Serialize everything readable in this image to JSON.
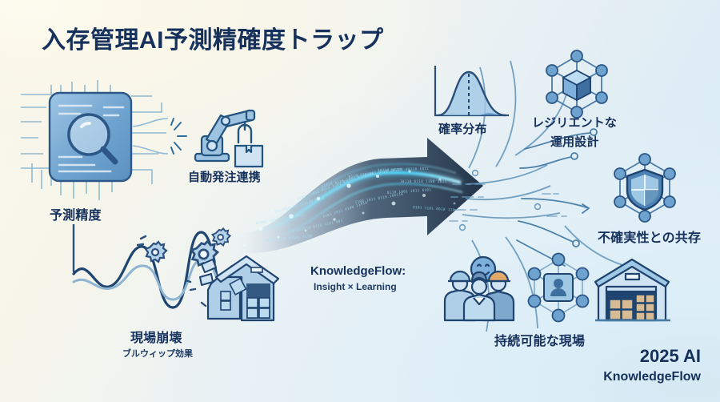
{
  "page": {
    "title": "入存管理AI予測精確度トラップ",
    "bg_cream": "#fdfbef",
    "bg_blue": "#d6e9f4",
    "ink": "#16315c",
    "accent_blue": "#4e87bf",
    "glow_cyan": "#67e8ff"
  },
  "brand": {
    "line1": "2025 AI",
    "line2": "KnowledgeFlow"
  },
  "center": {
    "flow_title": "KnowledgeFlow:",
    "flow_subtitle": "Insight × Learning"
  },
  "left_nodes": [
    {
      "id": "forecast-accuracy",
      "label": "予測精度",
      "icon": "document-magnifier-icon"
    },
    {
      "id": "auto-ordering",
      "label": "自動発注連携",
      "icon": "robot-arm-icon"
    },
    {
      "id": "site-collapse",
      "label": "現場崩壊",
      "sublabel": "ブルウィップ効果",
      "icon": "bullwhip-wave-icon"
    }
  ],
  "right_nodes": [
    {
      "id": "probability-distribution",
      "label": "確率分布",
      "icon": "bell-curve-icon"
    },
    {
      "id": "resilient-design",
      "label": "レジリエントな",
      "label2": "運用設計",
      "icon": "network-cube-icon"
    },
    {
      "id": "uncertainty-coexistence",
      "label": "不確実性との共存",
      "icon": "shield-network-icon"
    },
    {
      "id": "sustainable-site",
      "label": "持続可能な現場",
      "icon": "workers-warehouse-icon"
    }
  ]
}
